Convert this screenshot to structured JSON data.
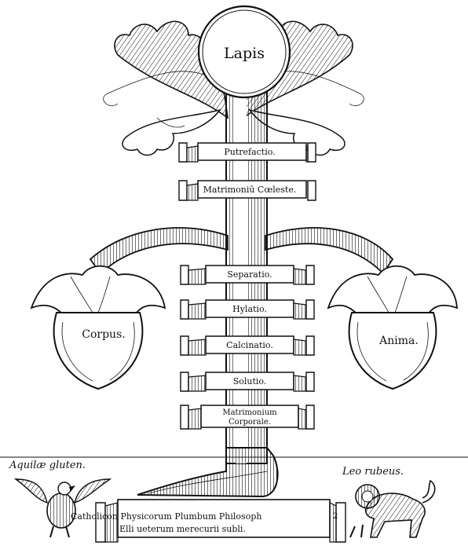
{
  "engraving": {
    "crown_label": "Lapis",
    "upper_scrolls": [
      "Putrefactio.",
      "Matrimoniū Cœleste."
    ],
    "middle_scrolls": [
      "Separatio.",
      "Hylatio.",
      "Calcinatio.",
      "Solutio."
    ],
    "lower_scroll": {
      "line1": "Matrimonium",
      "line2": "Corporale."
    },
    "left_fruit_label": "Corpus.",
    "right_fruit_label": "Anima.",
    "bottom_left_label": "Aquilæ gluten.",
    "bottom_right_label": "Leo rubeus.",
    "base_scroll": {
      "line1": "Catholicon Physicorum Plumbum Philosoph",
      "line2": "Elli ueterum merecurii subli.",
      "number": "2"
    },
    "colors": {
      "ink": "#111111",
      "paper": "#ffffff"
    }
  }
}
